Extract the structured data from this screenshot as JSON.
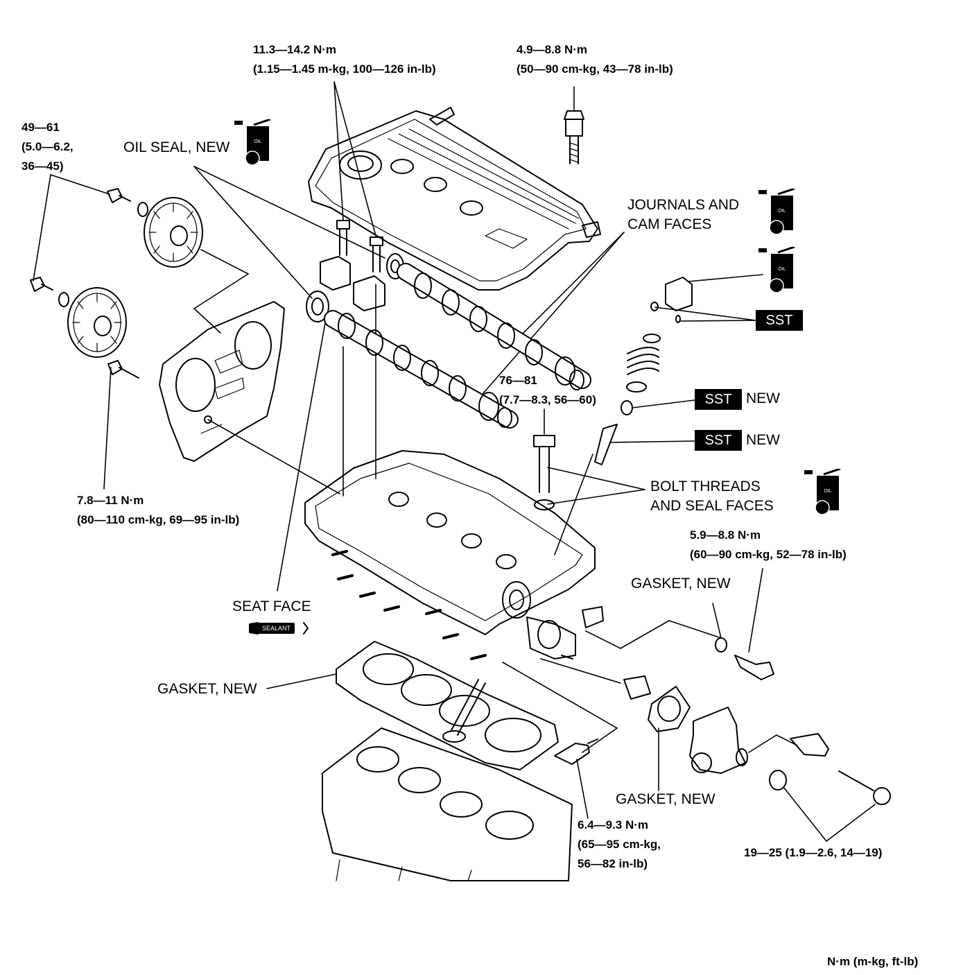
{
  "torque": {
    "cover_bolt": {
      "nm": "11.3—14.2 N·m",
      "alt": "(1.15—1.45 m-kg, 100—126 in-lb)"
    },
    "cover_stud": {
      "nm": "4.9—8.8 N·m",
      "alt": "(50—90 cm-kg, 43—78 in-lb)"
    },
    "pulley_bolt": {
      "nm": "49—61",
      "alt1": "(5.0—6.2,",
      "alt2": "36—45)"
    },
    "timing_cover_bolt": {
      "nm": "7.8—11 N·m",
      "alt": "(80—110 cm-kg, 69—95 in-lb)"
    },
    "head_bolt": {
      "nm": "76—81",
      "alt": "(7.7—8.3, 56—60)"
    },
    "sensor_right": {
      "nm": "5.9—8.8 N·m",
      "alt": "(60—90 cm-kg, 52—78 in-lb)"
    },
    "sensor_bottom": {
      "nm": "6.4—9.3 N·m",
      "alt1": "(65—95 cm-kg,",
      "alt2": "56—82 in-lb)"
    },
    "thermostat_bolt": {
      "nm": "19—25 (1.9—2.6, 14—19)"
    }
  },
  "labels": {
    "oil_seal": "OIL SEAL, NEW",
    "journals_1": "JOURNALS AND",
    "journals_2": "CAM FACES",
    "bolt_threads_1": "BOLT THREADS",
    "bolt_threads_2": "AND SEAL FACES",
    "seat_face": "SEAT FACE",
    "gasket_head": "GASKET, NEW",
    "gasket_right": "GASKET, NEW",
    "gasket_bottom": "GASKET, NEW",
    "new_1": "NEW",
    "new_2": "NEW",
    "units": "N·m (m-kg, ft-lb)"
  },
  "tags": {
    "sst": "SST",
    "oil": "OIL",
    "sealant": "SEALANT"
  }
}
